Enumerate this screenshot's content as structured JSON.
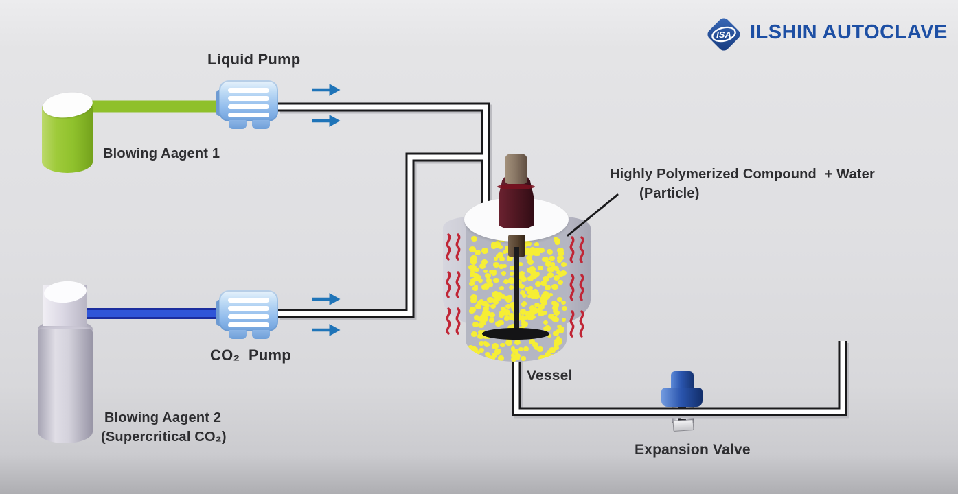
{
  "brand": {
    "name": "ILSHIN AUTOCLAVE",
    "monogram": "ISA"
  },
  "labels": {
    "liquid_pump": "Liquid Pump",
    "blowing_agent_1": "Blowing Aagent 1",
    "co2_pump": "CO₂  Pump",
    "blowing_agent_2": "Blowing Aagent 2",
    "supercritical": "(Supercritical CO₂)",
    "vessel": "Vessel",
    "annotation_line1": "Highly Polymerized Compound  + Water",
    "annotation_line2": "(Particle)",
    "expansion_valve": "Expansion Valve"
  },
  "colors": {
    "agent1_green": "#8fc02b",
    "co2_blue": "#2f55d8",
    "co2_blue_dark": "#1b2d9e",
    "arrow_blue": "#1f74b8",
    "heat_red": "#c02636",
    "particle_yellow": "#f6ee35",
    "valve_blue": "#2a55ae",
    "brand_blue": "#1d4fa4",
    "pipe_line": "#1a1a1c"
  },
  "particles": {
    "count": 330,
    "seed": 97
  }
}
